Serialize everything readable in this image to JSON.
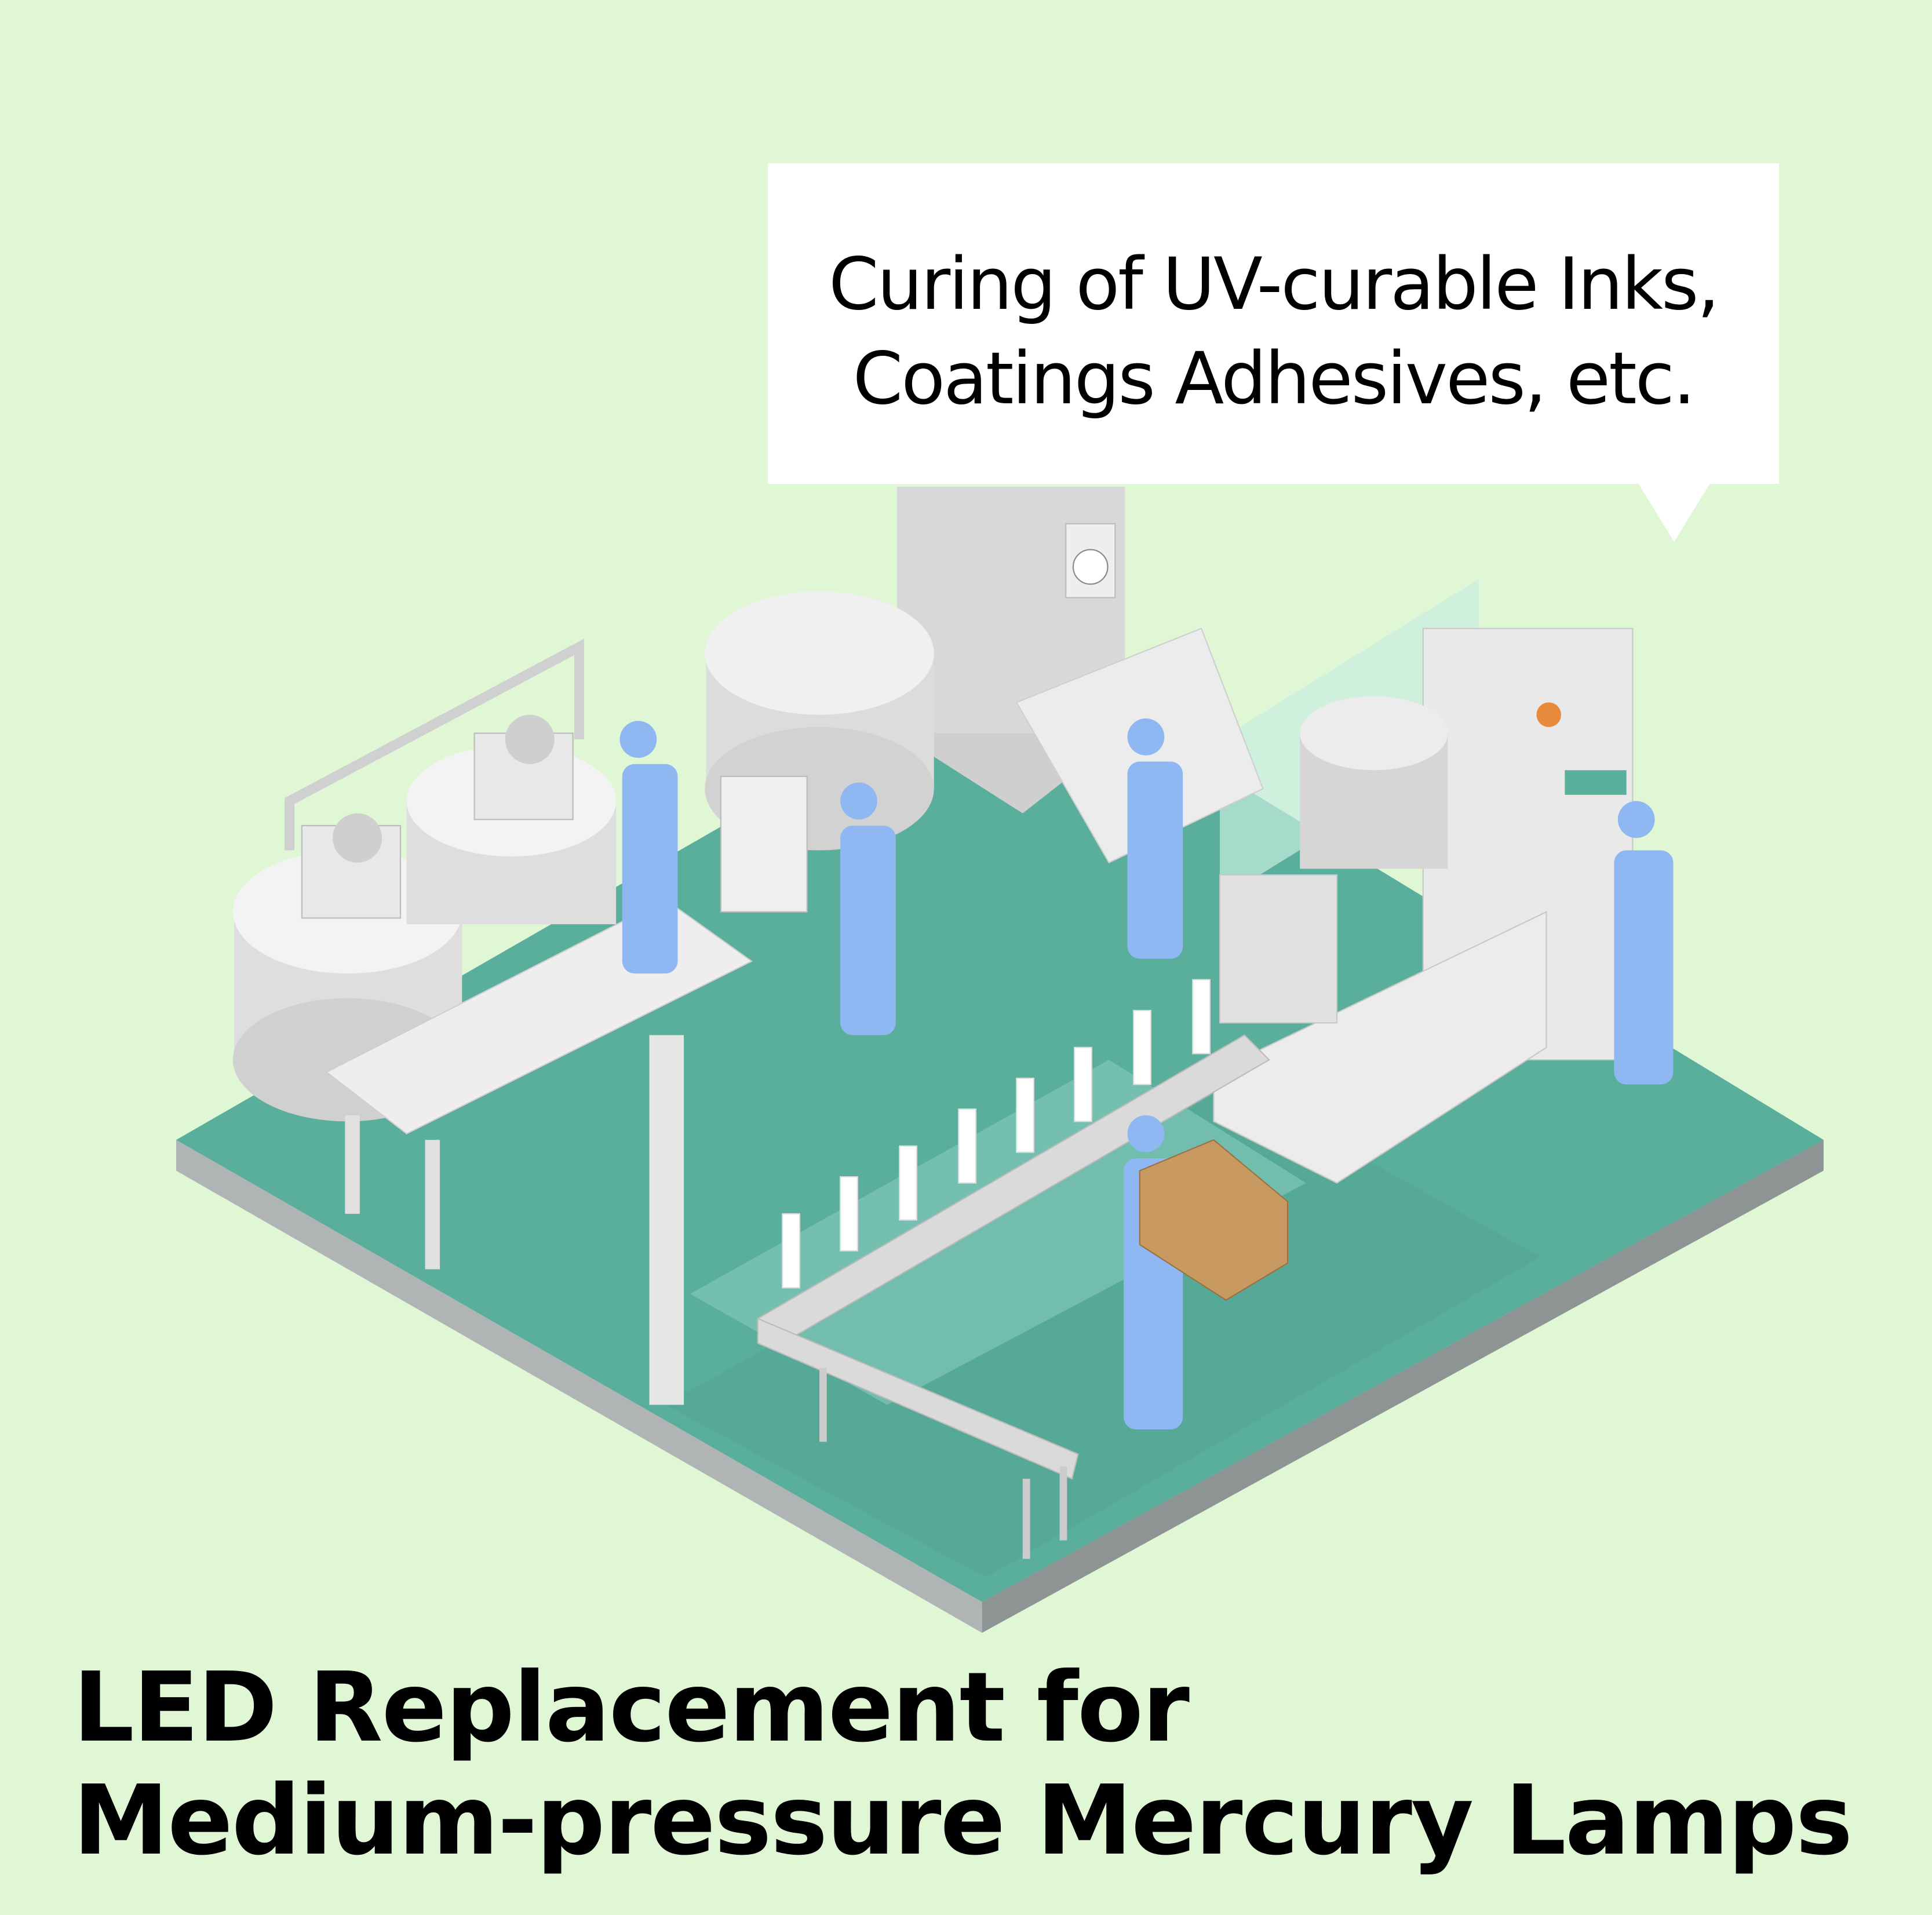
{
  "callout": {
    "line1": "Curing of UV-curable Inks,",
    "line2": "Coatings Adhesives, etc."
  },
  "title": {
    "line1": "LED Replacement for",
    "line2": "Medium-pressure Mercury Lamps"
  },
  "colors": {
    "background": "#dff7d5",
    "floor": "#5aae9c",
    "floor_side": "#b8bcbd",
    "machine": "#e6e6e6",
    "worker": "#8fb8f2",
    "box": "#c89a62"
  }
}
